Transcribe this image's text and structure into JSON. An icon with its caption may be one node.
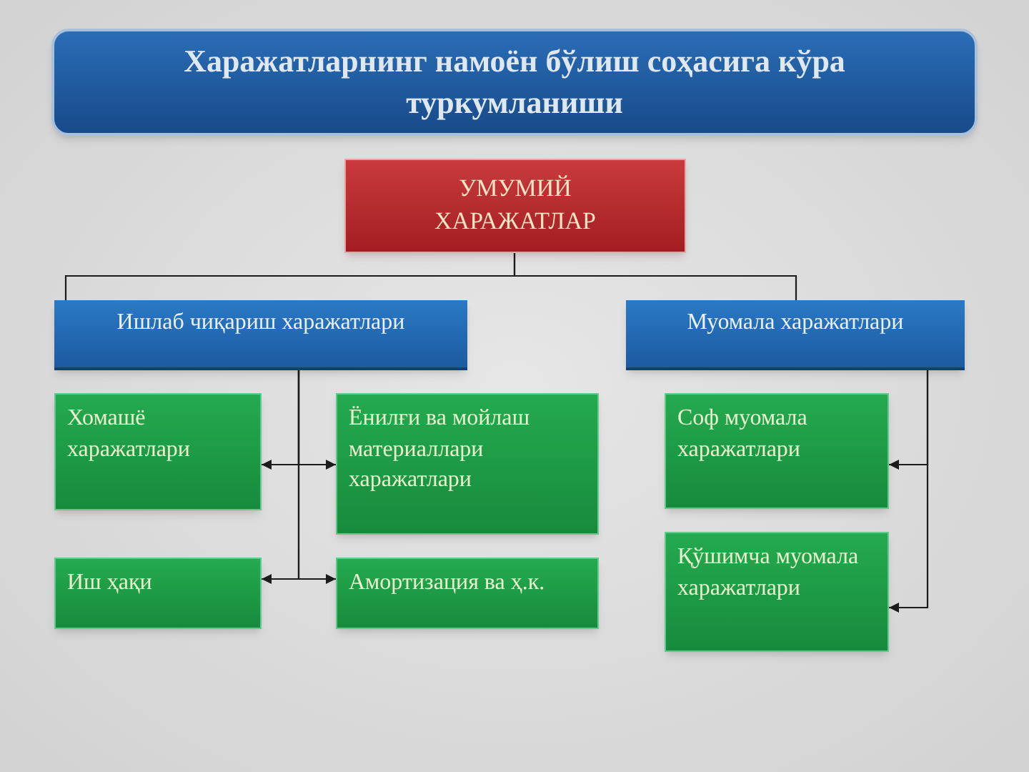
{
  "diagram": {
    "title": "Харажатларнинг намоён бўлиш соҳасига кўра туркумланиши",
    "nodes": [
      {
        "text": [
          "УМУМИЙ ХАРАЖАТЛАР"
        ]
      },
      {
        "text": [
          "Ишлаб чиқариш харажатлари"
        ]
      },
      {
        "text": [
          "Муомала харажатлари"
        ]
      },
      {
        "text": [
          "Хомашё харажатлари"
        ]
      },
      {
        "text": [
          "Ёнилғи ва мойлаш материаллари харажатлари"
        ]
      },
      {
        "text": [
          "Иш ҳақи"
        ]
      },
      {
        "text": [
          "Амортизация ва ҳ.к."
        ]
      },
      {
        "text": [
          "Соф муомала харажатлари"
        ]
      },
      {
        "text": [
          "Қўшимча муомала харажатлари"
        ]
      }
    ],
    "edges": [
      {
        "from": 0,
        "to": 1,
        "arrow": "none"
      },
      {
        "from": 0,
        "to": 2,
        "arrow": "none"
      },
      {
        "from": 1,
        "to": 3,
        "arrow": "to"
      },
      {
        "from": 1,
        "to": 4,
        "arrow": "to"
      },
      {
        "from": 1,
        "to": 5,
        "arrow": "to"
      },
      {
        "from": 1,
        "to": 6,
        "arrow": "to"
      },
      {
        "from": 2,
        "to": 7,
        "arrow": "to"
      },
      {
        "from": 2,
        "to": 8,
        "arrow": "to"
      }
    ]
  }
}
